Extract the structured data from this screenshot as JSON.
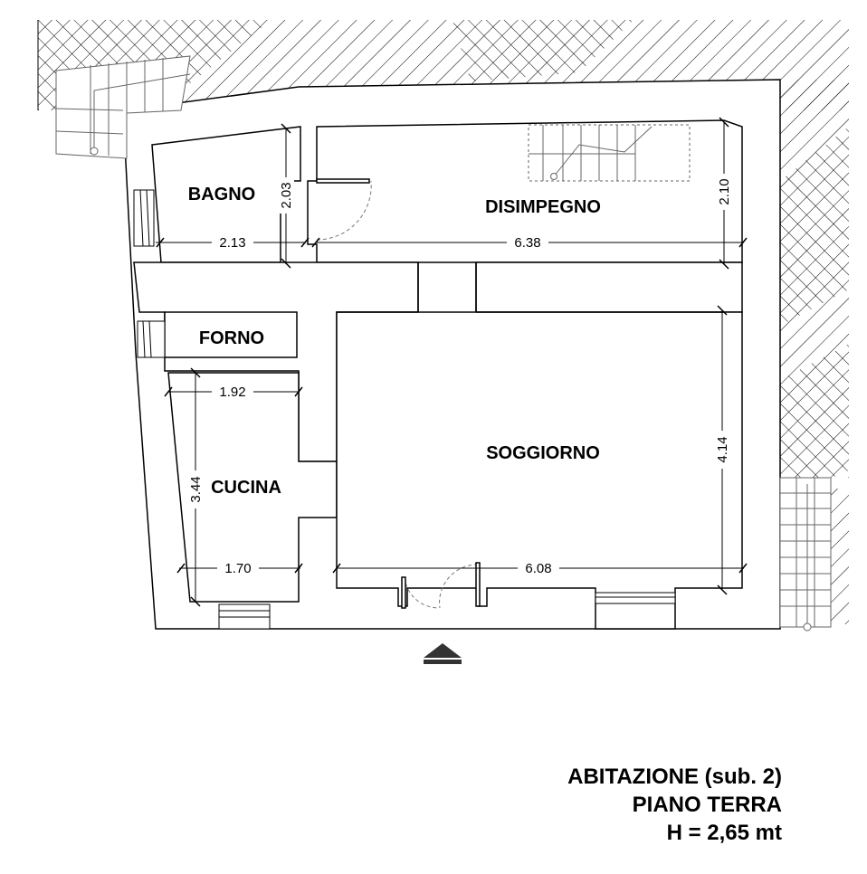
{
  "rooms": {
    "bagno": "BAGNO",
    "disimpegno": "DISIMPEGNO",
    "forno": "FORNO",
    "cucina": "CUCINA",
    "soggiorno": "SOGGIORNO"
  },
  "dimensions": {
    "bagno_height": "2.03",
    "bagno_width": "2.13",
    "disimpegno_width": "6.38",
    "disimpegno_height": "2.10",
    "cucina_width_top": "1.92",
    "cucina_height": "3.44",
    "cucina_width_bottom": "1.70",
    "soggiorno_height": "4.14",
    "soggiorno_width": "6.08"
  },
  "caption": {
    "line1": "ABITAZIONE (sub. 2)",
    "line2": "PIANO TERRA",
    "line3": "H = 2,65 mt"
  },
  "colors": {
    "line": "#000000",
    "door_arc": "#777777",
    "stair": "#666666",
    "background": "#ffffff"
  }
}
